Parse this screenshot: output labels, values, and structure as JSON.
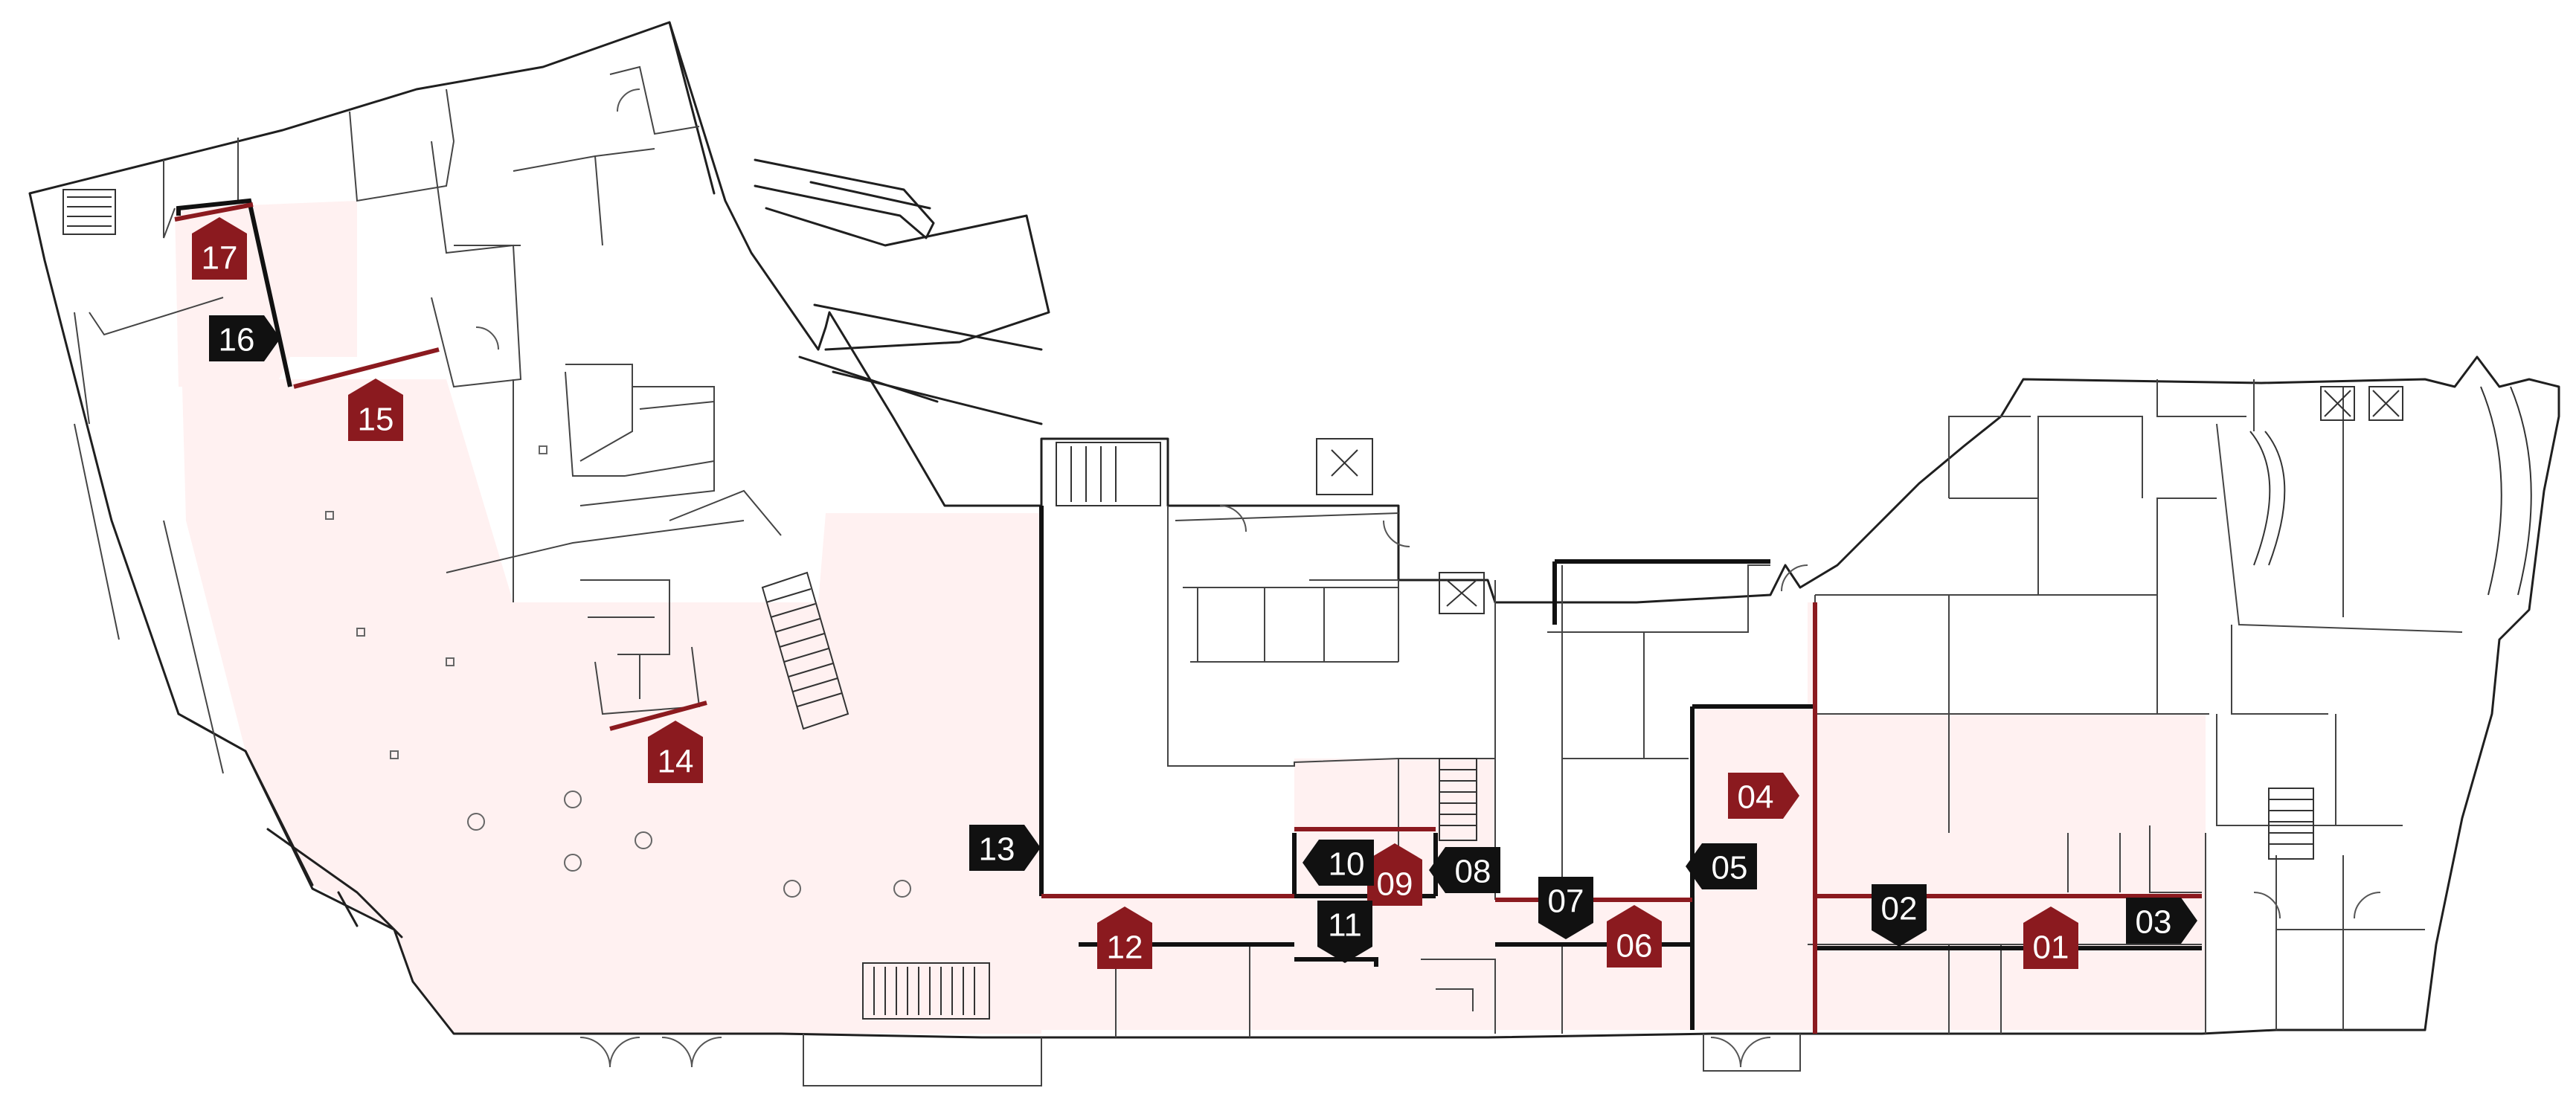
{
  "colors": {
    "marker_red": "#8b1a1f",
    "marker_black": "#111111",
    "highlight_area": "#fff1f1",
    "wall": "#1f1f1f"
  },
  "markers": [
    {
      "id": "m01",
      "label": "01",
      "color": "red",
      "dir": "up"
    },
    {
      "id": "m02",
      "label": "02",
      "color": "black",
      "dir": "down"
    },
    {
      "id": "m03",
      "label": "03",
      "color": "black",
      "dir": "right"
    },
    {
      "id": "m04",
      "label": "04",
      "color": "red",
      "dir": "right"
    },
    {
      "id": "m05",
      "label": "05",
      "color": "black",
      "dir": "left"
    },
    {
      "id": "m06",
      "label": "06",
      "color": "red",
      "dir": "up"
    },
    {
      "id": "m07",
      "label": "07",
      "color": "black",
      "dir": "down"
    },
    {
      "id": "m08",
      "label": "08",
      "color": "black",
      "dir": "left"
    },
    {
      "id": "m09",
      "label": "09",
      "color": "red",
      "dir": "up"
    },
    {
      "id": "m10",
      "label": "10",
      "color": "black",
      "dir": "left"
    },
    {
      "id": "m11",
      "label": "11",
      "color": "black",
      "dir": "down"
    },
    {
      "id": "m12",
      "label": "12",
      "color": "red",
      "dir": "up"
    },
    {
      "id": "m13",
      "label": "13",
      "color": "black",
      "dir": "right"
    },
    {
      "id": "m14",
      "label": "14",
      "color": "red",
      "dir": "up"
    },
    {
      "id": "m15",
      "label": "15",
      "color": "red",
      "dir": "up"
    },
    {
      "id": "m16",
      "label": "16",
      "color": "black",
      "dir": "right"
    },
    {
      "id": "m17",
      "label": "17",
      "color": "red",
      "dir": "up"
    }
  ]
}
